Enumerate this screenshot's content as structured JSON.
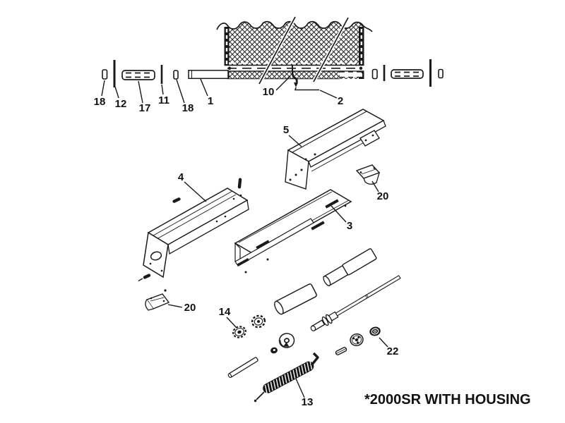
{
  "colors": {
    "background": "#ffffff",
    "line": "#1a1a1a",
    "text": "#111111"
  },
  "caption": {
    "text": "*2000SR WITH HOUSING"
  },
  "part_labels": [
    {
      "text": "18"
    },
    {
      "text": "12"
    },
    {
      "text": "17"
    },
    {
      "text": "11"
    },
    {
      "text": "18"
    },
    {
      "text": "1"
    },
    {
      "text": "10"
    },
    {
      "text": "2"
    },
    {
      "text": "5"
    },
    {
      "text": "20"
    },
    {
      "text": "4"
    },
    {
      "text": "3"
    },
    {
      "text": "20"
    },
    {
      "text": "14"
    },
    {
      "text": "22"
    },
    {
      "text": "13"
    }
  ]
}
